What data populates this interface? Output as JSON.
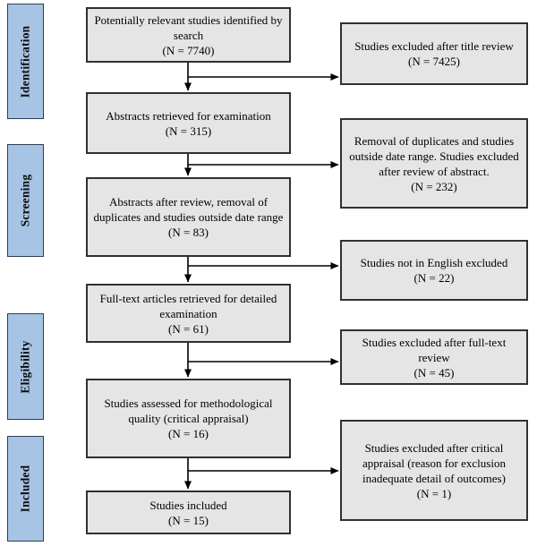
{
  "flow": {
    "stages": [
      {
        "label": "Identification"
      },
      {
        "label": "Screening"
      },
      {
        "label": "Eligibility"
      },
      {
        "label": "Included"
      }
    ],
    "main": [
      {
        "text": "Potentially relevant studies identified by search",
        "n": "(N = 7740)"
      },
      {
        "text": "Abstracts retrieved for examination",
        "n": "(N = 315)"
      },
      {
        "text": "Abstracts after review, removal of duplicates and studies outside date range",
        "n": "(N = 83)"
      },
      {
        "text": "Full-text articles retrieved for detailed examination",
        "n": "(N = 61)"
      },
      {
        "text": "Studies assessed for methodological quality (critical appraisal)",
        "n": "(N = 16)"
      },
      {
        "text": "Studies included",
        "n": "(N = 15)"
      }
    ],
    "excluded": [
      {
        "text": "Studies excluded after title review",
        "n": "(N = 7425)"
      },
      {
        "text": "Removal of duplicates and studies outside date range. Studies excluded after review of abstract.",
        "n": "(N = 232)"
      },
      {
        "text": "Studies not in English excluded",
        "n": "(N = 22)"
      },
      {
        "text": "Studies excluded after full-text review",
        "n": "(N = 45)"
      },
      {
        "text": "Studies excluded after critical appraisal (reason for exclusion inadequate detail of outcomes)",
        "n": "(N = 1)"
      }
    ],
    "colors": {
      "stage_fill": "#a8c4e4",
      "stage_border": "#2d3d52",
      "box_fill": "#e5e5e5",
      "box_border": "#303030",
      "arrow": "#000000"
    }
  }
}
